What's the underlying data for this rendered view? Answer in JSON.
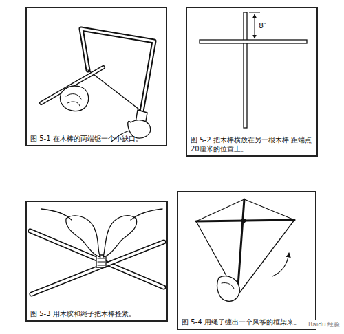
{
  "diagram": {
    "nodes": [
      {
        "text": [
          "图 5-1 在木棒的两端锯一个小缺口。"
        ]
      },
      {
        "text": [
          "图 5-2 把木棒横放在另一根木棒 距端点20厘米的位置上。"
        ]
      },
      {
        "text": [
          "图 5-3 用木胶和绳子把木棒拴紧。"
        ]
      },
      {
        "text": [
          "图 5-4 用绳子缠出一个风筝的框架来。"
        ]
      }
    ],
    "labels": [
      "8″",
      "Baidu 经验"
    ]
  }
}
